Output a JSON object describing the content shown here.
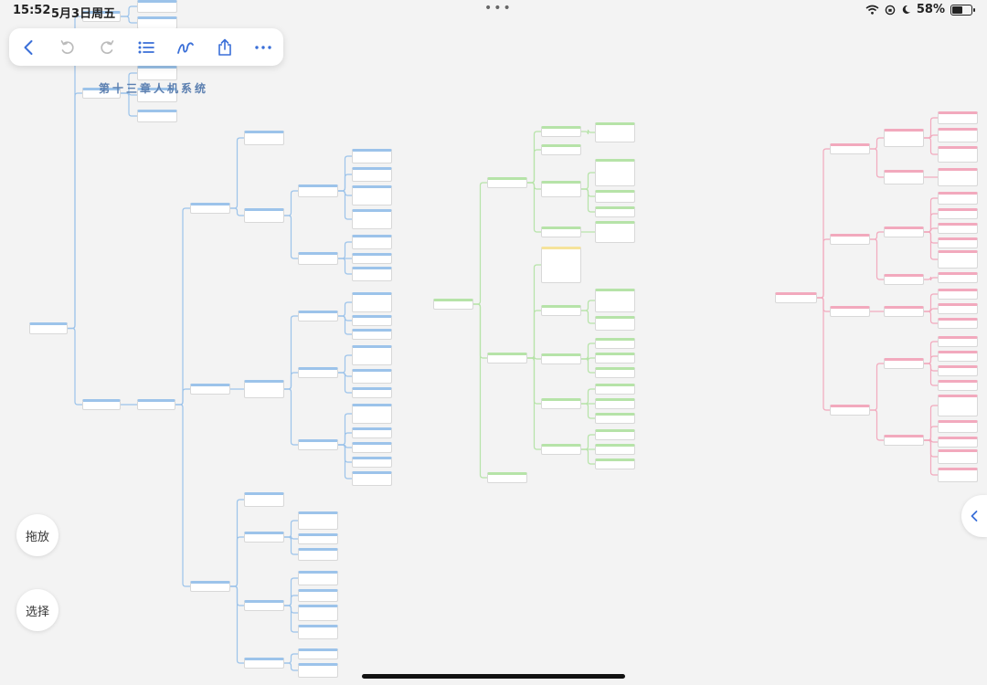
{
  "status": {
    "time": "15:52",
    "date": "5月3日周五",
    "battery": "58%"
  },
  "toolbar": {
    "buttons": [
      "back-icon",
      "undo-icon",
      "redo-icon",
      "outline-icon",
      "draw-icon",
      "share-icon",
      "more-icon"
    ]
  },
  "canvas": {
    "chapter_title": "第十三章人机系统"
  },
  "side": {
    "drag_label": "拖放",
    "select_label": "选择"
  },
  "colors": {
    "blue_branch": "#9cc3ea",
    "green_branch": "#b6e3a8",
    "pink_branch": "#f2a9bd",
    "yellow_note": "#f6e39a"
  }
}
